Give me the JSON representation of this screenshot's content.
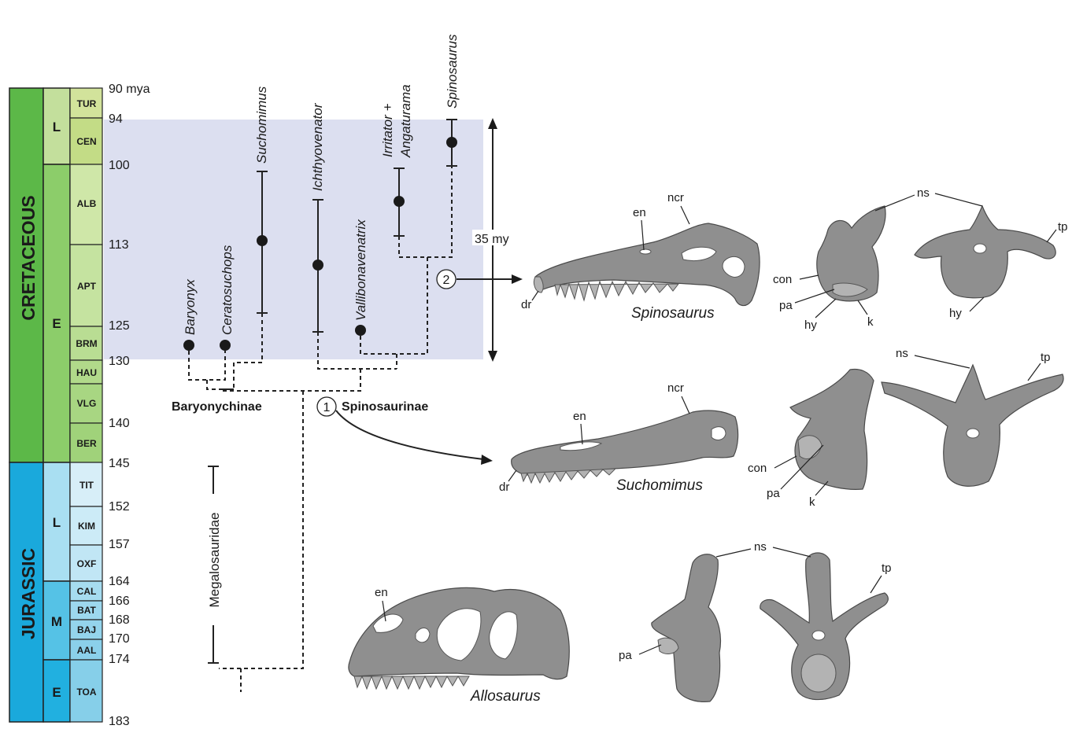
{
  "timescale": {
    "periods": [
      {
        "name": "CRETACEOUS",
        "color": "#5cb848"
      },
      {
        "name": "JURASSIC",
        "color": "#1aa9dc"
      }
    ],
    "epochs": [
      {
        "name": "L",
        "color": "#c3df9c"
      },
      {
        "name": "E",
        "color": "#8ccd6a"
      },
      {
        "name": "L",
        "color": "#a9dff2"
      },
      {
        "name": "M",
        "color": "#55c2e6"
      },
      {
        "name": "E",
        "color": "#21b0e0"
      }
    ],
    "stages": [
      "TUR",
      "CEN",
      "ALB",
      "APT",
      "BRM",
      "HAU",
      "VLG",
      "BER",
      "TIT",
      "KIM",
      "OXF",
      "CAL",
      "BAT",
      "BAJ",
      "AAL",
      "TOA"
    ],
    "ages": [
      "90 mya",
      "94",
      "100",
      "113",
      "125",
      "130",
      "140",
      "145",
      "152",
      "157",
      "164",
      "166",
      "168",
      "170",
      "174",
      "183"
    ]
  },
  "taxa": [
    "Baryonyx",
    "Ceratosuchops",
    "Suchomimus",
    "Ichthyovenator",
    "Vallibonavenatrix",
    "Irritator +",
    "Angaturama",
    "Spinosaurus"
  ],
  "clades": {
    "baryonychinae": "Baryonychinae",
    "spinosaurinae": "Spinosaurinae",
    "megalosauridae": "Megalosauridae"
  },
  "span": "35 my",
  "nodes": [
    "1",
    "2"
  ],
  "specimens": {
    "spinosaurus": "Spinosaurus",
    "suchomimus": "Suchomimus",
    "allosaurus": "Allosaurus"
  },
  "anatomy": {
    "en": "en",
    "ncr": "ncr",
    "dr": "dr",
    "ns": "ns",
    "tp": "tp",
    "con": "con",
    "pa": "pa",
    "hy": "hy",
    "k": "k"
  },
  "colors": {
    "highlight": "#dcdff0",
    "point": "#1a1a1a"
  }
}
